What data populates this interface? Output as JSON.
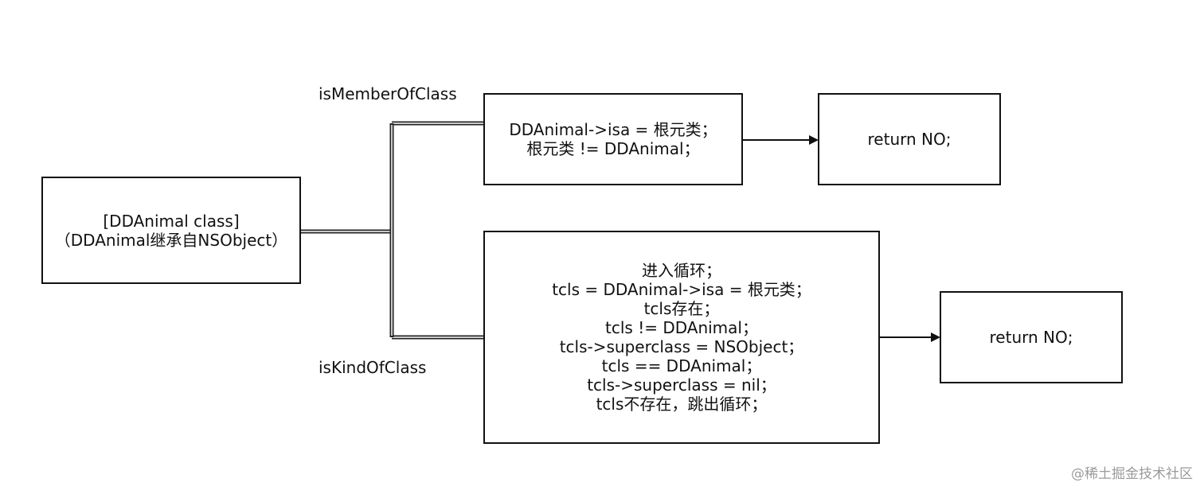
{
  "source_box": {
    "lines": [
      "[DDAnimal class]",
      "（DDAnimal继承自NSObject）"
    ]
  },
  "member_branch": {
    "label": "isMemberOfClass",
    "box_lines": [
      "DDAnimal->isa = 根元类；",
      "根元类 != DDAnimal；"
    ],
    "result": "return NO;"
  },
  "kind_branch": {
    "label": "isKindOfClass",
    "box_lines": [
      "进入循环；",
      "tcls = DDAnimal->isa = 根元类；",
      "tcls存在；",
      "tcls != DDAnimal；",
      "tcls->superclass = NSObject；",
      "tcls == DDAnimal；",
      "tcls->superclass = nil；",
      "tcls不存在，跳出循环；"
    ],
    "result": "return NO;"
  },
  "watermark": "@稀土掘金技术社区",
  "colors": {
    "stroke": "#111111",
    "connector": "#333333",
    "watermark": "#9a9a9a"
  }
}
